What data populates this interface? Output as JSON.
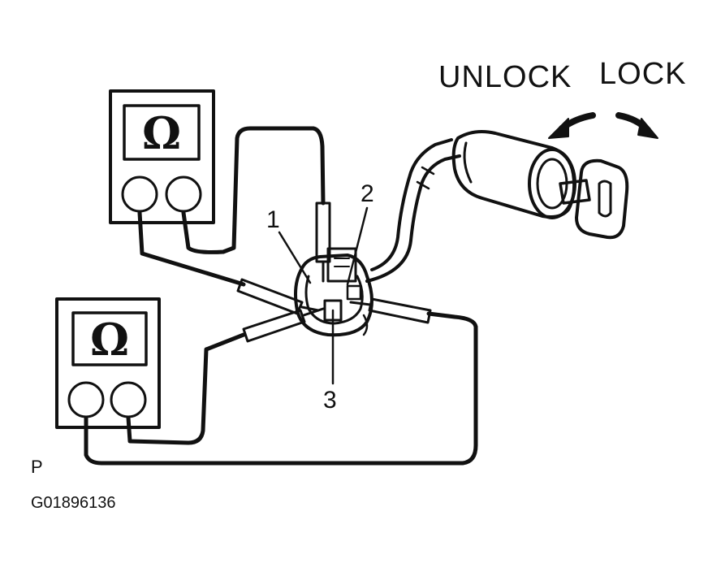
{
  "labels": {
    "unlock": "UNLOCK",
    "lock": "LOCK",
    "terminal_1": "1",
    "terminal_2": "2",
    "terminal_3": "3",
    "corner_letter": "P",
    "figure_code": "G01896136"
  },
  "meters": [
    {
      "symbol": "Ω"
    },
    {
      "symbol": "Ω"
    }
  ],
  "icons": [
    "ohmmeter-icon",
    "ignition-key-icon",
    "rotation-arrow-icon"
  ]
}
